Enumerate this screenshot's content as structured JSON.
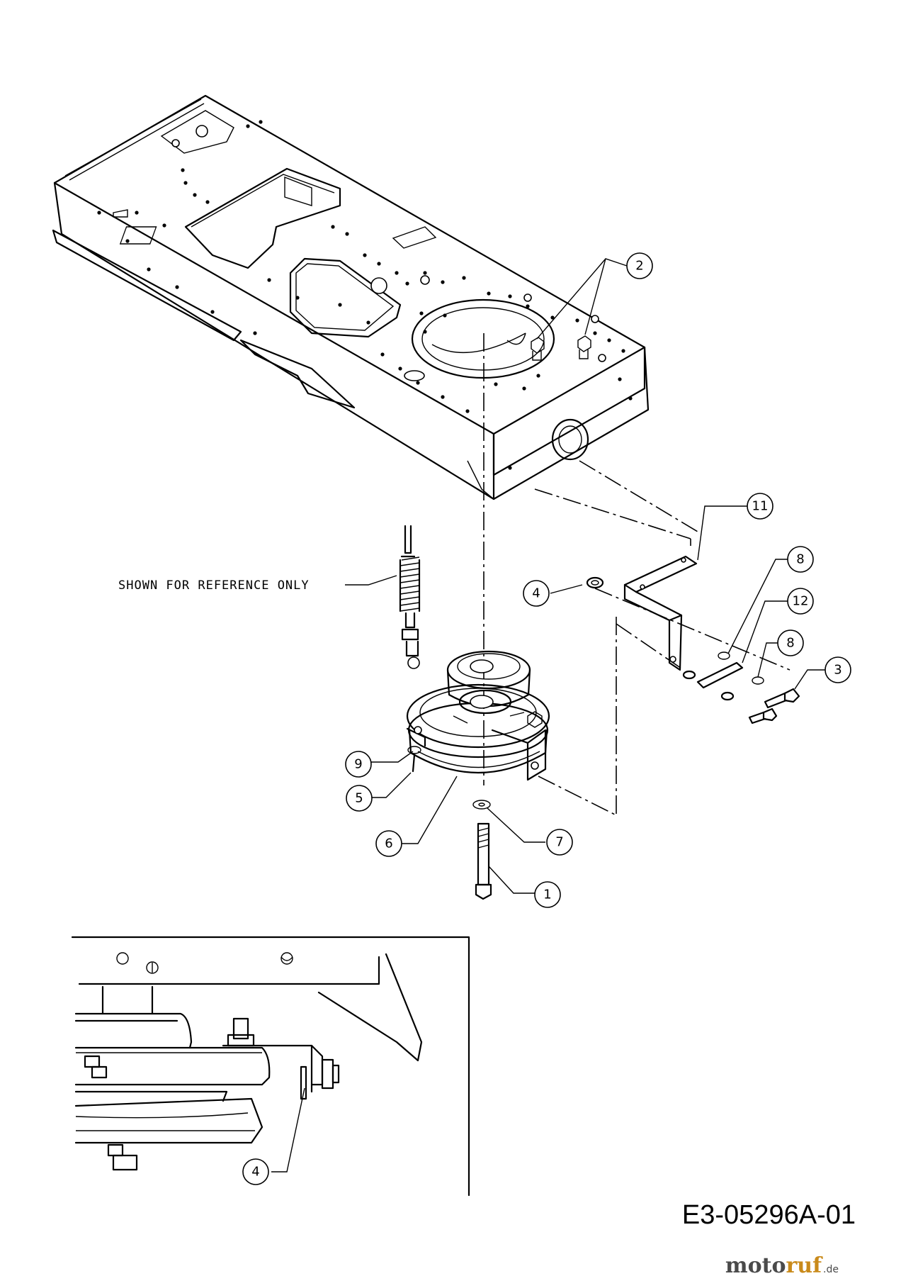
{
  "reference_note": "SHOWN FOR REFERENCE ONLY",
  "drawing_code": "E3-05296A-01",
  "watermark": {
    "part1": "moto",
    "part2": "ruf",
    "suffix": ".de"
  },
  "callouts": {
    "c1": "1",
    "c2": "2",
    "c3": "3",
    "c4": "4",
    "c5": "5",
    "c6": "6",
    "c7": "7",
    "c8a": "8",
    "c8b": "8",
    "c9": "9",
    "c11": "11",
    "c12": "12",
    "c4detail": "4"
  }
}
